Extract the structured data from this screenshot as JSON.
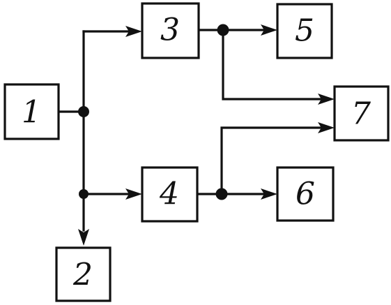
{
  "blocks": [
    {
      "id": "b1",
      "label": "1"
    },
    {
      "id": "b2",
      "label": "2"
    },
    {
      "id": "b3",
      "label": "3"
    },
    {
      "id": "b4",
      "label": "4"
    },
    {
      "id": "b5",
      "label": "5"
    },
    {
      "id": "b6",
      "label": "6"
    },
    {
      "id": "b7",
      "label": "7"
    }
  ],
  "connections": [
    {
      "from": "1",
      "to": "3"
    },
    {
      "from": "1",
      "to": "4"
    },
    {
      "from": "1",
      "to": "2"
    },
    {
      "from": "3",
      "to": "5"
    },
    {
      "from": "3",
      "to": "7"
    },
    {
      "from": "4",
      "to": "7"
    },
    {
      "from": "4",
      "to": "6"
    }
  ],
  "colors": {
    "ink": "#111111",
    "paper": "#ffffff"
  }
}
